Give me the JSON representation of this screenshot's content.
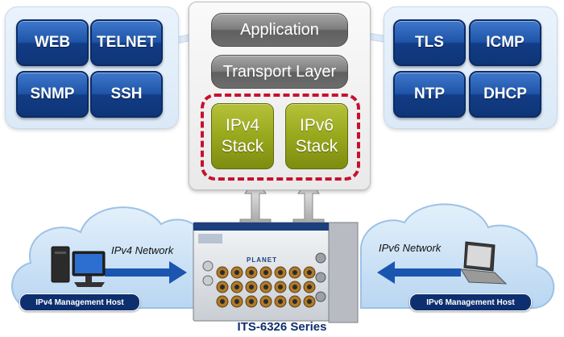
{
  "left_protocols": [
    "WEB",
    "TELNET",
    "SNMP",
    "SSH"
  ],
  "right_protocols": [
    "TLS",
    "ICMP",
    "NTP",
    "DHCP"
  ],
  "stack": {
    "application": "Application",
    "transport": "Transport Layer",
    "ipv4": {
      "line1": "IPv4",
      "line2": "Stack"
    },
    "ipv6": {
      "line1": "IPv6",
      "line2": "Stack"
    }
  },
  "networks": {
    "left": {
      "label": "IPv4 Network",
      "host": "IPv4 Management Host"
    },
    "right": {
      "label": "IPv6 Network",
      "host": "IPv6 Management Host"
    }
  },
  "device": {
    "brand": "PLANET",
    "series": "ITS-6326 Series"
  },
  "colors": {
    "protocol_blue": "#1f55a8",
    "stack_green": "#98a81d",
    "dashed_red": "#c8102e",
    "cloud_blue": "#cfe4f7",
    "label_navy": "#0e2f6f"
  }
}
